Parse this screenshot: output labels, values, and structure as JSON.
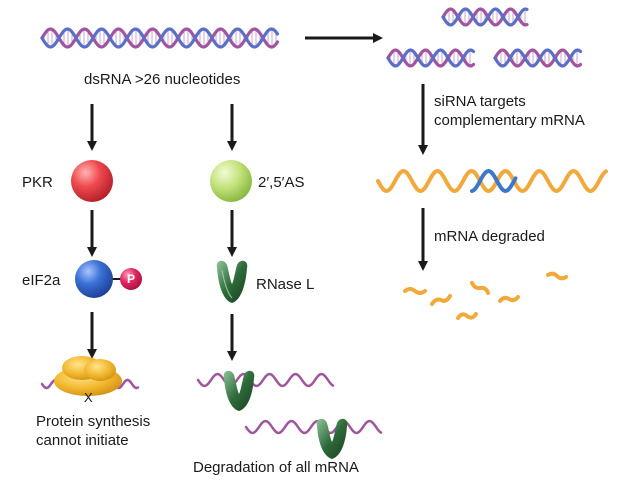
{
  "labels": {
    "dsrna": "dsRNA >26 nucleotides",
    "sirna_targets_line1": "siRNA targets",
    "sirna_targets_line2": "complementary mRNA",
    "mrna_degraded": "mRNA degraded",
    "pkr": "PKR",
    "as": "2′,5′AS",
    "eif2a": "eIF2a",
    "phospho": "P",
    "rnase": "RNase L",
    "blocked_mark": "X",
    "protein_line1": "Protein synthesis",
    "protein_line2": "cannot initiate",
    "degradation_all": "Degradation of all mRNA"
  },
  "colors": {
    "dna_strand_blue": "#5b6fc4",
    "dna_strand_purple": "#a0569f",
    "mrna_orange": "#f0a93a",
    "sirna_blue": "#3d79c8",
    "pkr_red": "#e0333c",
    "as_green": "#b7dc6a",
    "eif2a_blue": "#2f62c4",
    "phospho_pink": "#e0245e",
    "rnase_green": "#2f6b3a",
    "ribosome_yellow": "#f2b62c",
    "arrow": "#1a1a1a"
  }
}
